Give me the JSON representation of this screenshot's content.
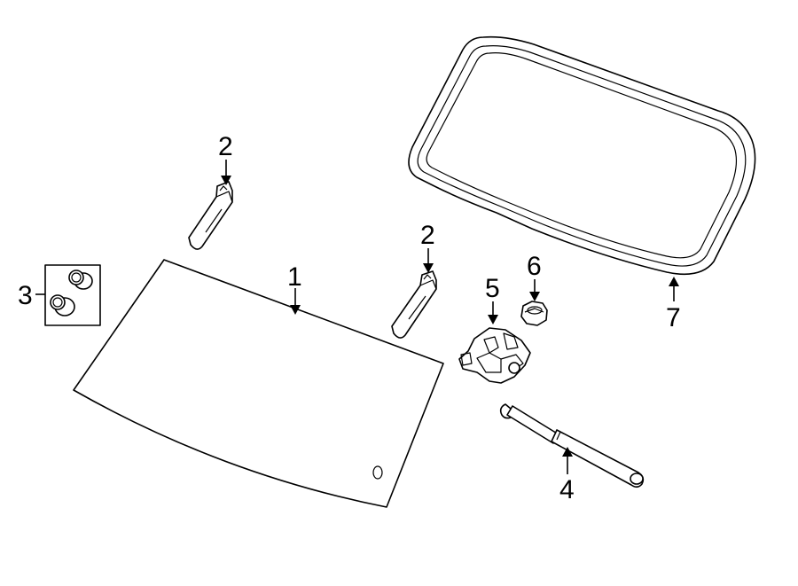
{
  "diagram": {
    "callouts": [
      {
        "id": "1",
        "label": "1"
      },
      {
        "id": "2a",
        "label": "2"
      },
      {
        "id": "2b",
        "label": "2"
      },
      {
        "id": "3",
        "label": "3"
      },
      {
        "id": "4",
        "label": "4"
      },
      {
        "id": "5",
        "label": "5"
      },
      {
        "id": "6",
        "label": "6"
      },
      {
        "id": "7",
        "label": "7"
      }
    ]
  }
}
